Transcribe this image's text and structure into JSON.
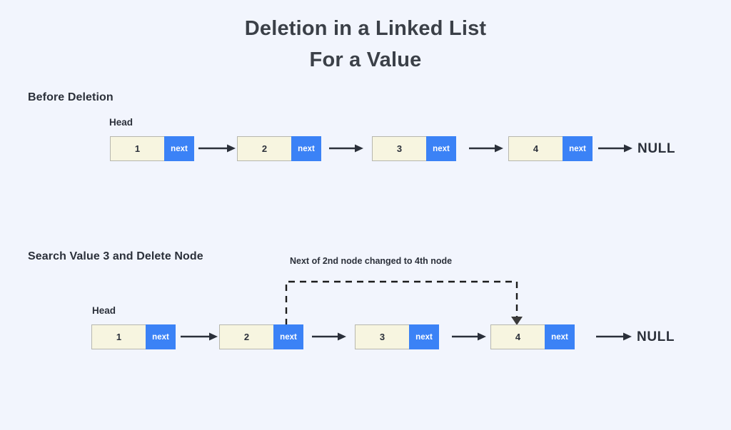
{
  "title": {
    "line1": "Deletion in a Linked List",
    "line2": "For a Value"
  },
  "sections": [
    {
      "label": "Before Deletion",
      "head_label": "Head",
      "nodes": [
        {
          "value": "1",
          "next_label": "next"
        },
        {
          "value": "2",
          "next_label": "next"
        },
        {
          "value": "3",
          "next_label": "next"
        },
        {
          "value": "4",
          "next_label": "next"
        }
      ],
      "terminator": "NULL"
    },
    {
      "label": "Search Value 3 and Delete Node",
      "head_label": "Head",
      "annotation": "Next of 2nd node changed to 4th node",
      "nodes": [
        {
          "value": "1",
          "next_label": "next"
        },
        {
          "value": "2",
          "next_label": "next"
        },
        {
          "value": "3",
          "next_label": "next"
        },
        {
          "value": "4",
          "next_label": "next"
        }
      ],
      "terminator": "NULL"
    }
  ],
  "colors": {
    "background": "#f2f5fd",
    "node_value_fill": "#f7f5e0",
    "node_value_border": "#b7b7ae",
    "node_next_fill": "#3b82f6",
    "node_next_text": "#ffffff",
    "arrow": "#2b303a",
    "text": "#2b303a",
    "title_text": "#3b4048"
  }
}
